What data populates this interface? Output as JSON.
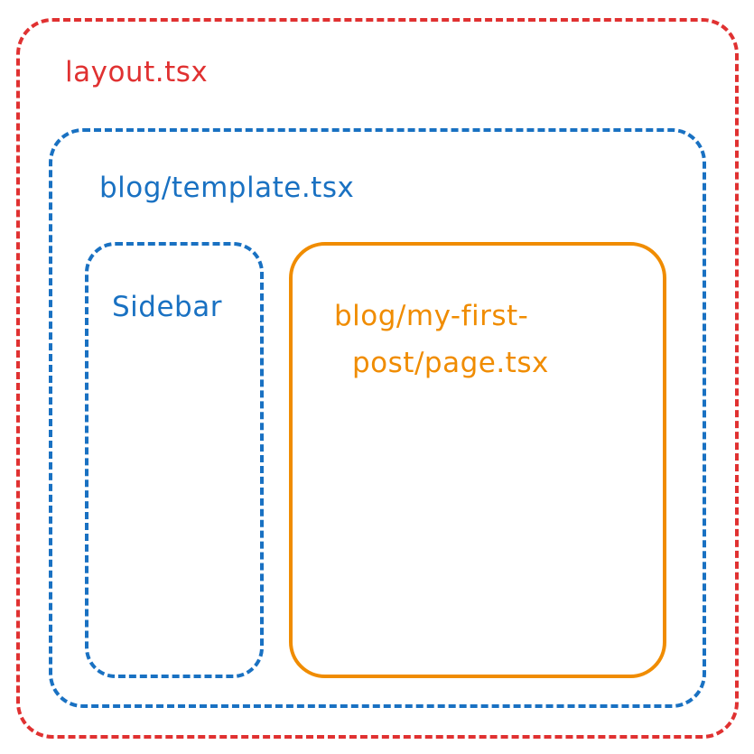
{
  "diagram": {
    "layout": {
      "label": "layout.tsx",
      "color": "#e03131",
      "style": "dashed"
    },
    "template": {
      "label": "blog/template.tsx",
      "color": "#1971c2",
      "style": "dashed"
    },
    "sidebar": {
      "label": "Sidebar",
      "color": "#1971c2",
      "style": "dashed"
    },
    "page": {
      "label_line1": "blog/my-first-",
      "label_line2": "post/page.tsx",
      "color": "#f08c00",
      "style": "solid"
    }
  }
}
